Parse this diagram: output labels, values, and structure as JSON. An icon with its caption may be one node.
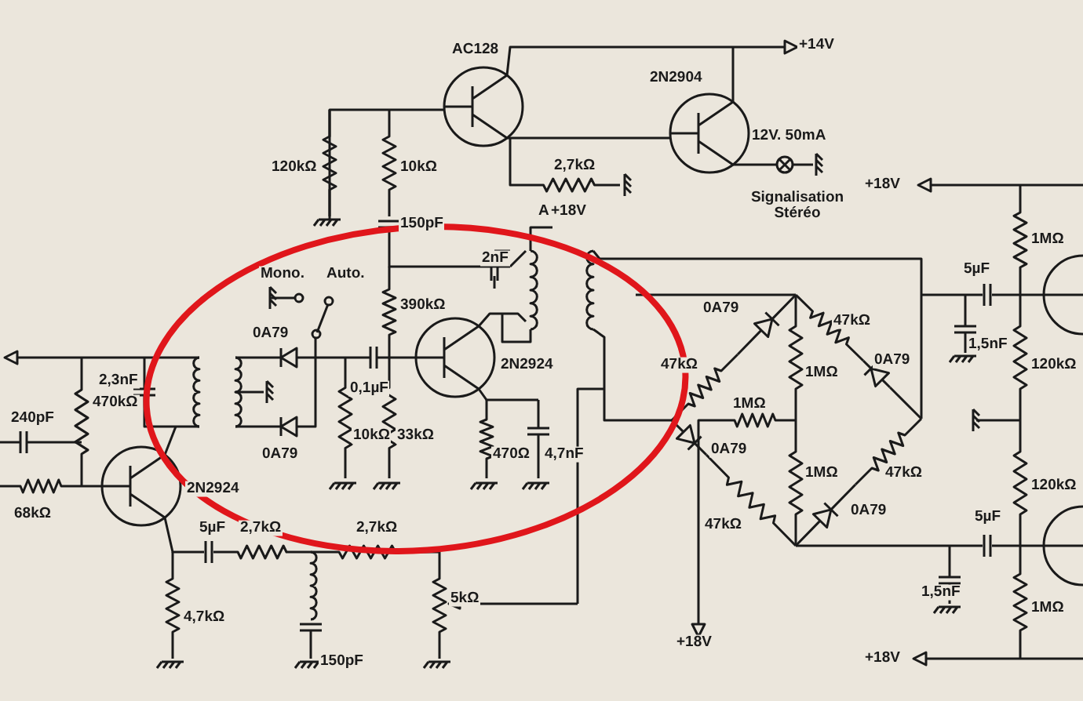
{
  "diagram": {
    "labels": [
      "+14V",
      "AC128",
      "2N2904",
      "12V. 50mA",
      "120kΩ",
      "10kΩ",
      "2,7kΩ",
      "+18V",
      "Signalisation Stéréo",
      "A",
      "+18V",
      "150pF",
      "1MΩ",
      "2nF",
      "5µF",
      "Mono.",
      "Auto.",
      "390kΩ",
      "0A79",
      "47kΩ",
      "0A79",
      "1,5nF",
      "0A79",
      "2N2924",
      "47kΩ",
      "120kΩ",
      "1MΩ",
      "2,3nF",
      "0,1µF",
      "470kΩ",
      "1MΩ",
      "240pF",
      "10kΩ",
      "33kΩ",
      "0A79",
      "0A79",
      "470Ω",
      "4,7nF",
      "1MΩ",
      "47kΩ",
      "120kΩ",
      "2N2924",
      "0A79",
      "68kΩ",
      "5µF",
      "2,7kΩ",
      "2,7kΩ",
      "47kΩ",
      "5µF",
      "1,5nF",
      "5kΩ",
      "1MΩ",
      "4,7kΩ",
      "+18V",
      "+18V",
      "150pF"
    ]
  }
}
